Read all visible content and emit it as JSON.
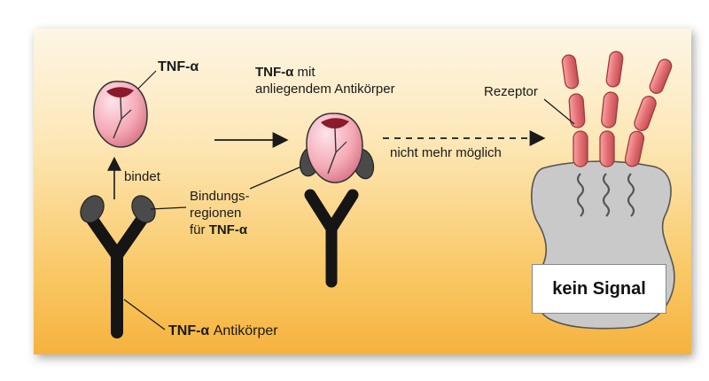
{
  "labels": {
    "tnf_alpha": "TNF-α",
    "tnf_with_antibody_bold": "TNF-α",
    "tnf_with_antibody_rest1": " mit",
    "tnf_with_antibody_line2": "anliegendem Antikörper",
    "bindet": "bindet",
    "binding_line1": "Bindungs-",
    "binding_line2": "regionen",
    "binding_line3_prefix": "für ",
    "binding_line3_bold": "TNF-α",
    "antibody_bold": "TNF-α",
    "antibody_rest": " Antikörper",
    "no_longer_possible": "nicht mehr möglich",
    "receptor": "Rezeptor",
    "no_signal": "kein Signal"
  },
  "colors": {
    "protein_fill": "#f4a9b5",
    "protein_dark": "#8b1a2c",
    "antibody": "#151515",
    "binding_region": "#4a4a4a",
    "receptor_fill": "#e77f7f",
    "receptor_stroke": "#9e3b3b",
    "cell": "#c9c9c9"
  }
}
